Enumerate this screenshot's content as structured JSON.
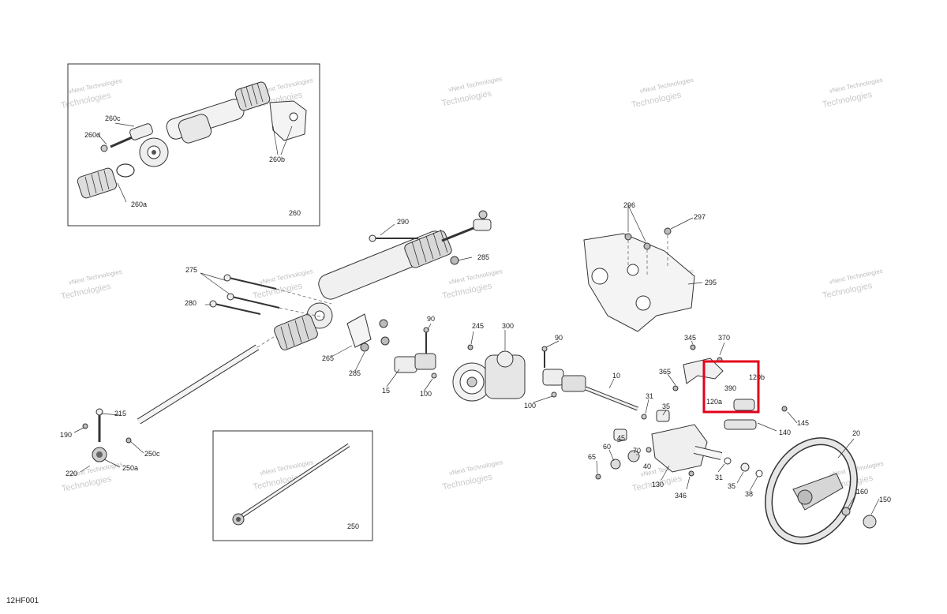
{
  "document_code": "12HF001",
  "watermark": {
    "line1": "vNext",
    "line2": "Technologies",
    "small": "vNext Technologies"
  },
  "insets": [
    {
      "label": "260",
      "callouts": [
        "260a",
        "260b",
        "260c",
        "260d"
      ]
    },
    {
      "label": "250"
    }
  ],
  "callouts": {
    "c290": "290",
    "c285a": "285",
    "c275": "275",
    "c280": "280",
    "c265": "265",
    "c285b": "285",
    "c90a": "90",
    "c245": "245",
    "c300": "300",
    "c15": "15",
    "c100a": "100",
    "c90b": "90",
    "c10": "10",
    "c100b": "100",
    "c215": "215",
    "c190": "190",
    "c250c": "250c",
    "c250a": "250a",
    "c220": "220",
    "c296": "296",
    "c297": "297",
    "c295": "295",
    "c345": "345",
    "c370": "370",
    "c365": "365",
    "c390": "390",
    "c120b": "120b",
    "c120a": "120a",
    "c145": "145",
    "c140": "140",
    "c31a": "31",
    "c35a": "35",
    "c45": "45",
    "c70": "70",
    "c60": "60",
    "c65": "65",
    "c40": "40",
    "c130": "130",
    "c346": "346",
    "c31b": "31",
    "c35b": "35",
    "c38": "38",
    "c20": "20",
    "c160": "160",
    "c150": "150"
  },
  "highlight_color": "#e3001b"
}
